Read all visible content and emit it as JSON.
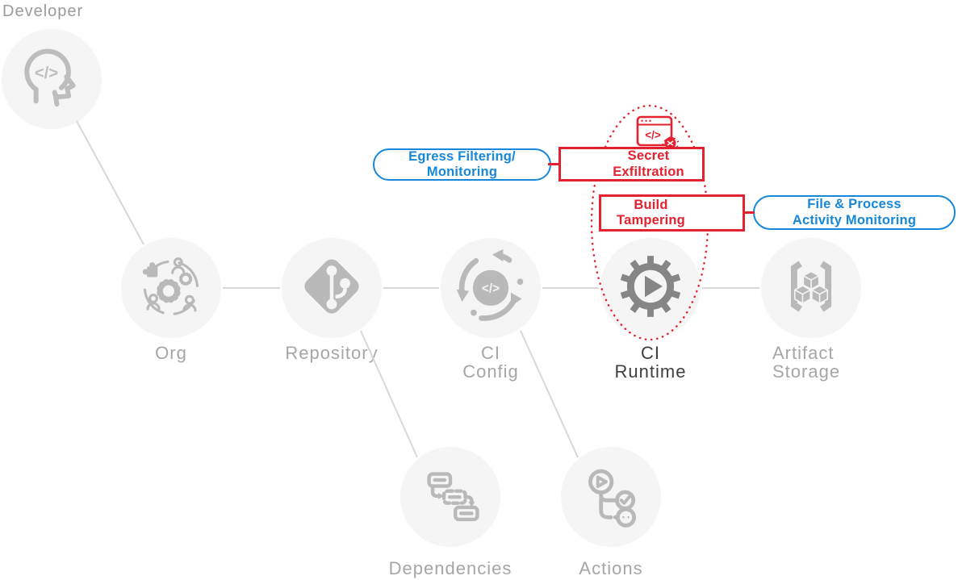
{
  "diagram_type": "ci-cd-pipeline-threat-diagram",
  "colors": {
    "threat_red": "#e4212e",
    "mitigation_blue": "#1787d9",
    "node_background": "#f5f5f5",
    "node_icon_gray": "#b9b9b9",
    "highlight_icon_gray": "#868686",
    "label_gray": "#a6a6a6",
    "highlight_label_dark": "#3f3f3f",
    "edge_gray": "#d8d8d8"
  },
  "actors": {
    "developer": {
      "id": "developer",
      "label": "Developer",
      "icon": "developer-head-code-icon"
    }
  },
  "pipeline": {
    "nodes": [
      {
        "id": "org",
        "label": "Org",
        "icon": "org-people-gears-icon"
      },
      {
        "id": "repository",
        "label": "Repository",
        "icon": "git-repository-icon"
      },
      {
        "id": "ci-config",
        "label": "CI\nConfig",
        "icon": "gear-code-cycle-icon"
      },
      {
        "id": "ci-runtime",
        "label": "CI\nRuntime",
        "icon": "gear-play-icon",
        "highlighted": true
      },
      {
        "id": "artifact-storage",
        "label": "Artifact\nStorage",
        "icon": "cubes-brackets-icon"
      }
    ],
    "secondary_nodes": [
      {
        "id": "dependencies",
        "label": "Dependencies",
        "icon": "flowchart-boxes-icon"
      },
      {
        "id": "actions",
        "label": "Actions",
        "icon": "workflow-play-check-icon"
      }
    ],
    "edges": [
      [
        "developer",
        "org"
      ],
      [
        "org",
        "repository"
      ],
      [
        "repository",
        "ci-config"
      ],
      [
        "ci-config",
        "ci-runtime"
      ],
      [
        "ci-runtime",
        "artifact-storage"
      ],
      [
        "repository",
        "dependencies"
      ],
      [
        "ci-config",
        "actions"
      ]
    ]
  },
  "annotations": {
    "focus_ellipse_target": "ci-runtime",
    "threats": [
      {
        "id": "secret-exfiltration",
        "label": "Secret\nExfiltration",
        "icon": "compromised-code-window-icon"
      },
      {
        "id": "build-tampering",
        "label": "Build\nTampering"
      }
    ],
    "mitigations": [
      {
        "id": "egress-filtering",
        "label": "Egress Filtering/\nMonitoring",
        "counters": "secret-exfiltration"
      },
      {
        "id": "file-process-monitoring",
        "label": "File & Process\nActivity Monitoring",
        "counters": "build-tampering"
      }
    ]
  }
}
